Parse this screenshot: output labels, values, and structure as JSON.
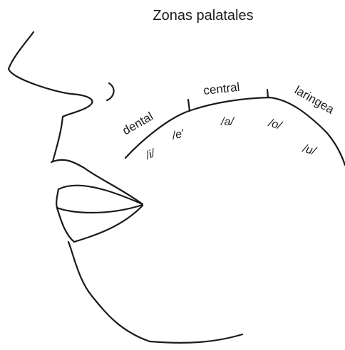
{
  "diagram": {
    "title": "Zonas palatales",
    "zones": [
      {
        "label": "dental"
      },
      {
        "label": "central"
      },
      {
        "label": "laringea"
      }
    ],
    "vowels": [
      {
        "label": "/i/"
      },
      {
        "label": "/e'"
      },
      {
        "label": "/a/"
      },
      {
        "label": "/o/"
      },
      {
        "label": "/u/"
      }
    ]
  }
}
